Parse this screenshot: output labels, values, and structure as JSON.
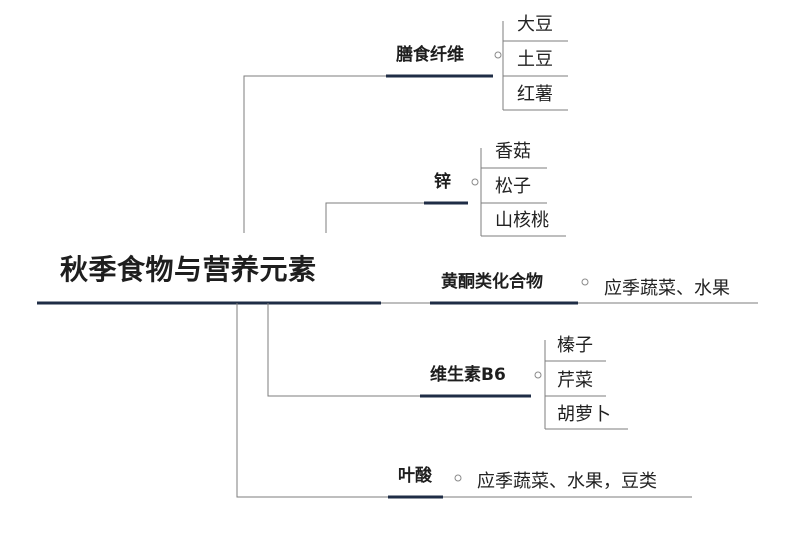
{
  "root": {
    "title": "秋季食物与营养元素"
  },
  "branches": [
    {
      "label": "膳食纤维",
      "leaves": [
        "大豆",
        "土豆",
        "红薯"
      ]
    },
    {
      "label": "锌",
      "leaves": [
        "香菇",
        "松子",
        "山核桃"
      ]
    },
    {
      "label": "黄酮类化合物",
      "leaves": [
        "应季蔬菜、水果"
      ]
    },
    {
      "label": "维生素B6",
      "leaves": [
        "榛子",
        "芹菜",
        "胡萝卜"
      ]
    },
    {
      "label": "叶酸",
      "leaves": [
        "应季蔬菜、水果，豆类"
      ]
    }
  ],
  "colors": {
    "line": "#7d7d7d",
    "underline": "#1f2d46",
    "text": "#1e1e1e"
  }
}
